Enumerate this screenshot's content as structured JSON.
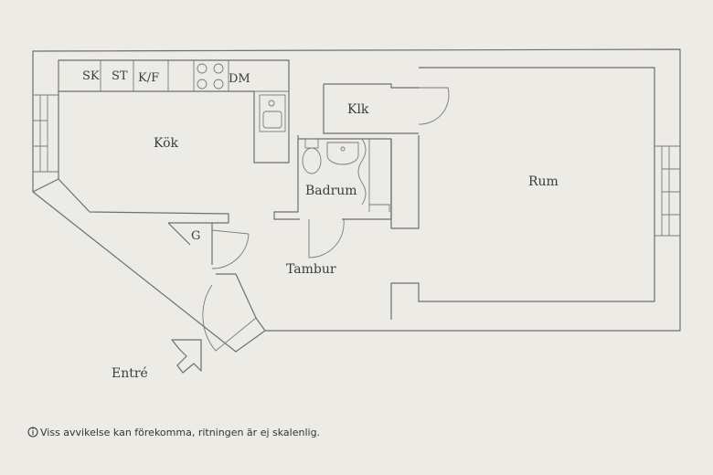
{
  "colors": {
    "paper": "#ecebe5",
    "line": "#6e6e6e",
    "text": "#3c3c3c"
  },
  "labels": {
    "sk": "SK",
    "st": "ST",
    "kf": "K/F",
    "dm": "DM",
    "kok": "Kök",
    "klk": "Klk",
    "badrum": "Badrum",
    "rum": "Rum",
    "g": "G",
    "tambur": "Tambur",
    "entre": "Entré"
  },
  "note": {
    "icon": "info-circle-icon",
    "text": "Viss avvikelse kan förekomma, ritningen är ej skalenlig."
  }
}
